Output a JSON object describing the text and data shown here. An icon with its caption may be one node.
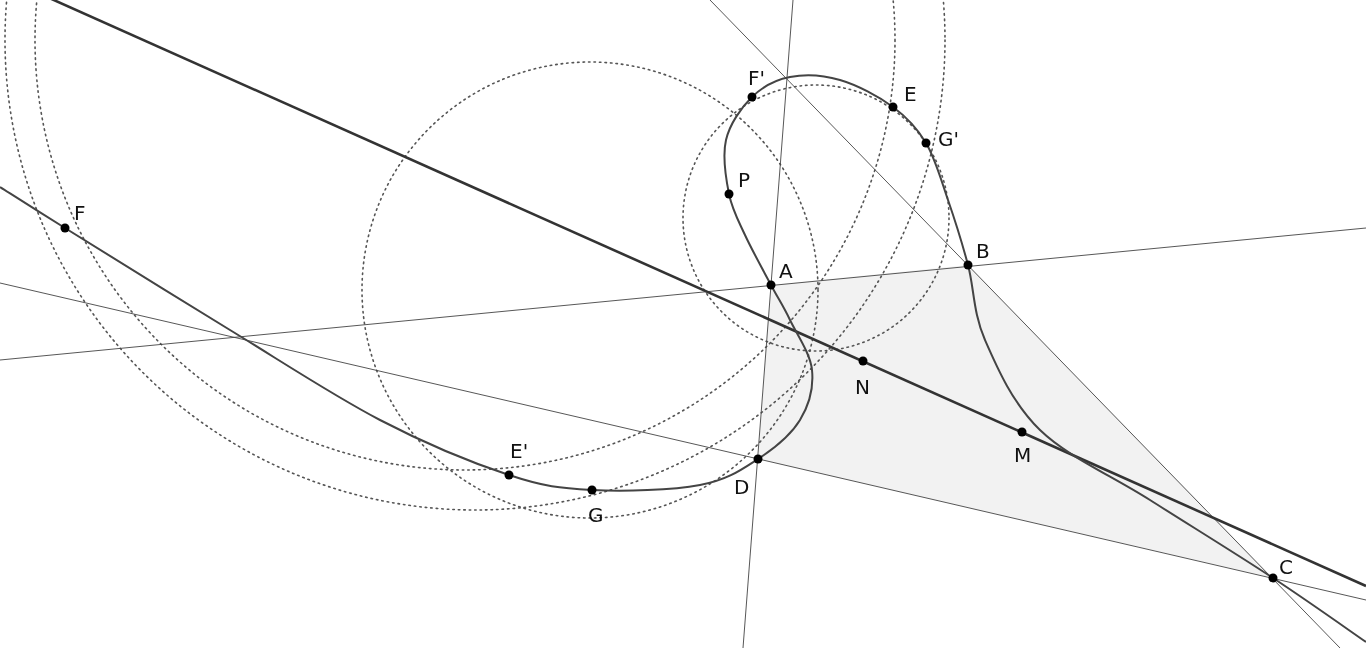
{
  "diagram": {
    "labels": [
      "F'",
      "E",
      "G'",
      "P",
      "F",
      "B",
      "A",
      "N",
      "E'",
      "M",
      "D",
      "G",
      "C"
    ]
  }
}
